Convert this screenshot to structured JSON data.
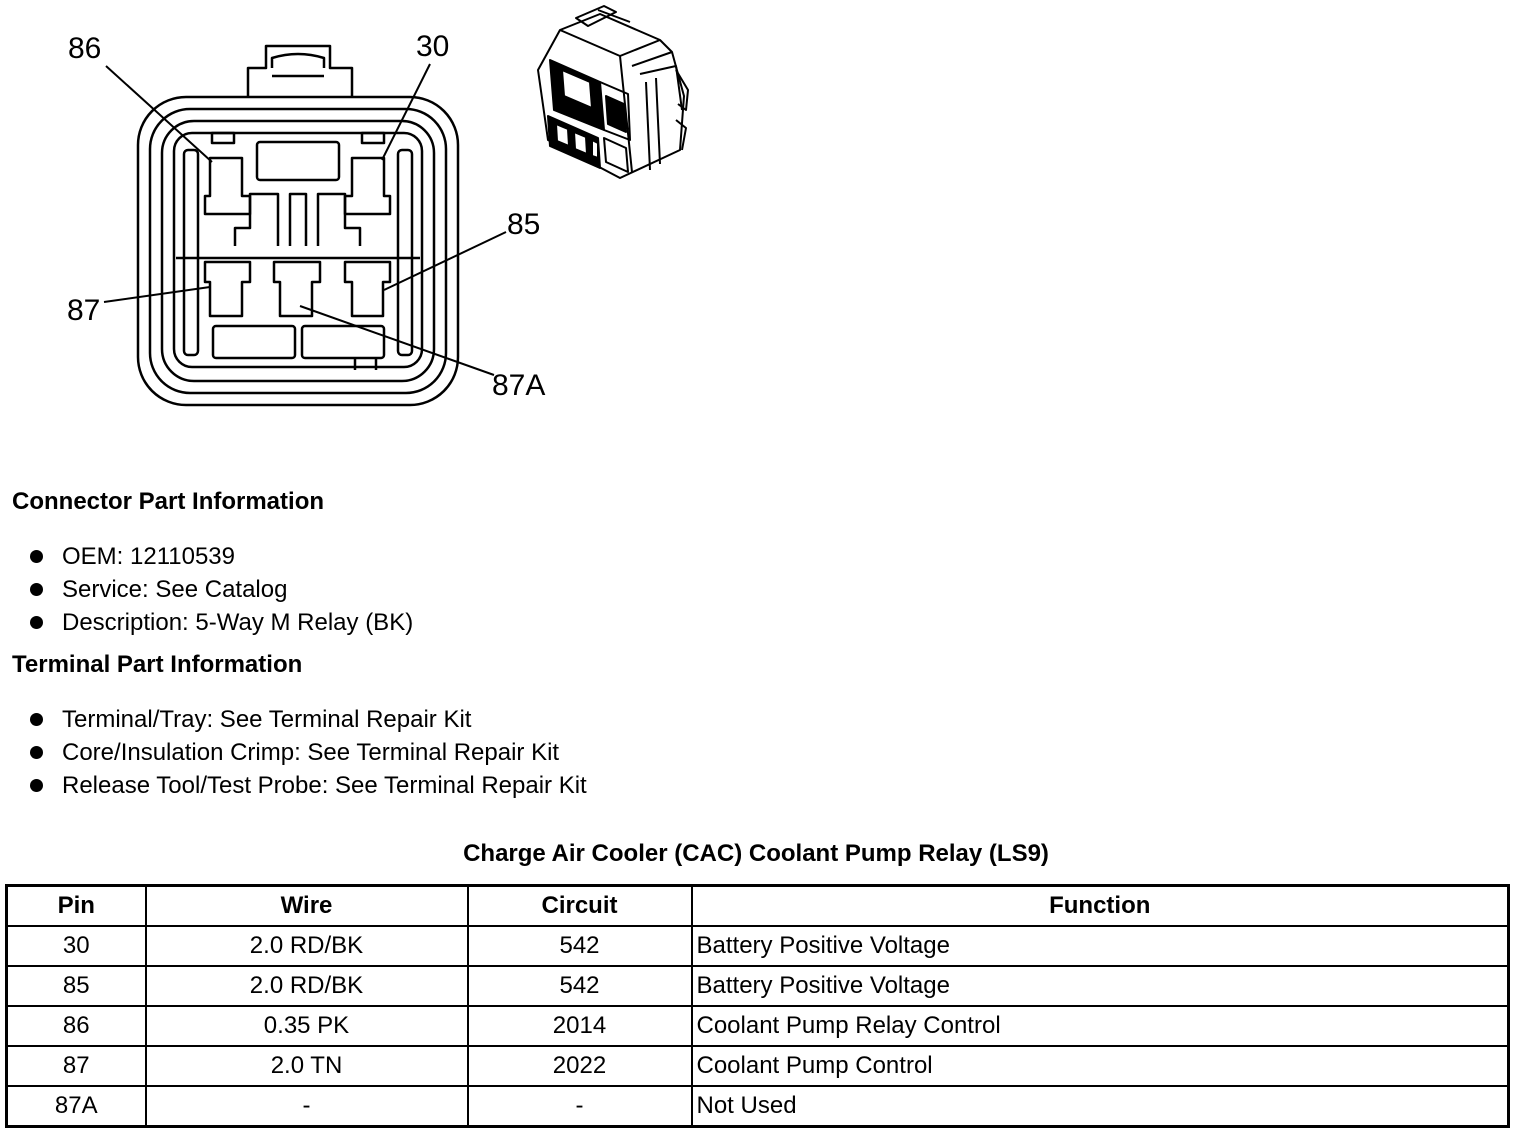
{
  "diagram": {
    "pin_labels": [
      "86",
      "30",
      "85",
      "87",
      "87A"
    ]
  },
  "connector_info": {
    "title": "Connector Part Information",
    "items": [
      "OEM: 12110539",
      "Service: See Catalog",
      "Description: 5-Way M Relay (BK)"
    ]
  },
  "terminal_info": {
    "title": "Terminal Part Information",
    "items": [
      "Terminal/Tray: See Terminal Repair Kit",
      "Core/Insulation Crimp: See Terminal Repair Kit",
      "Release Tool/Test Probe: See Terminal Repair Kit"
    ]
  },
  "table": {
    "title": "Charge Air Cooler (CAC) Coolant Pump Relay (LS9)",
    "headers": [
      "Pin",
      "Wire",
      "Circuit",
      "Function"
    ],
    "rows": [
      [
        "30",
        "2.0 RD/BK",
        "542",
        "Battery Positive Voltage"
      ],
      [
        "85",
        "2.0 RD/BK",
        "542",
        "Battery Positive Voltage"
      ],
      [
        "86",
        "0.35 PK",
        "2014",
        "Coolant Pump Relay Control"
      ],
      [
        "87",
        "2.0 TN",
        "2022",
        "Coolant Pump Control"
      ],
      [
        "87A",
        "-",
        "-",
        "Not Used"
      ]
    ]
  }
}
